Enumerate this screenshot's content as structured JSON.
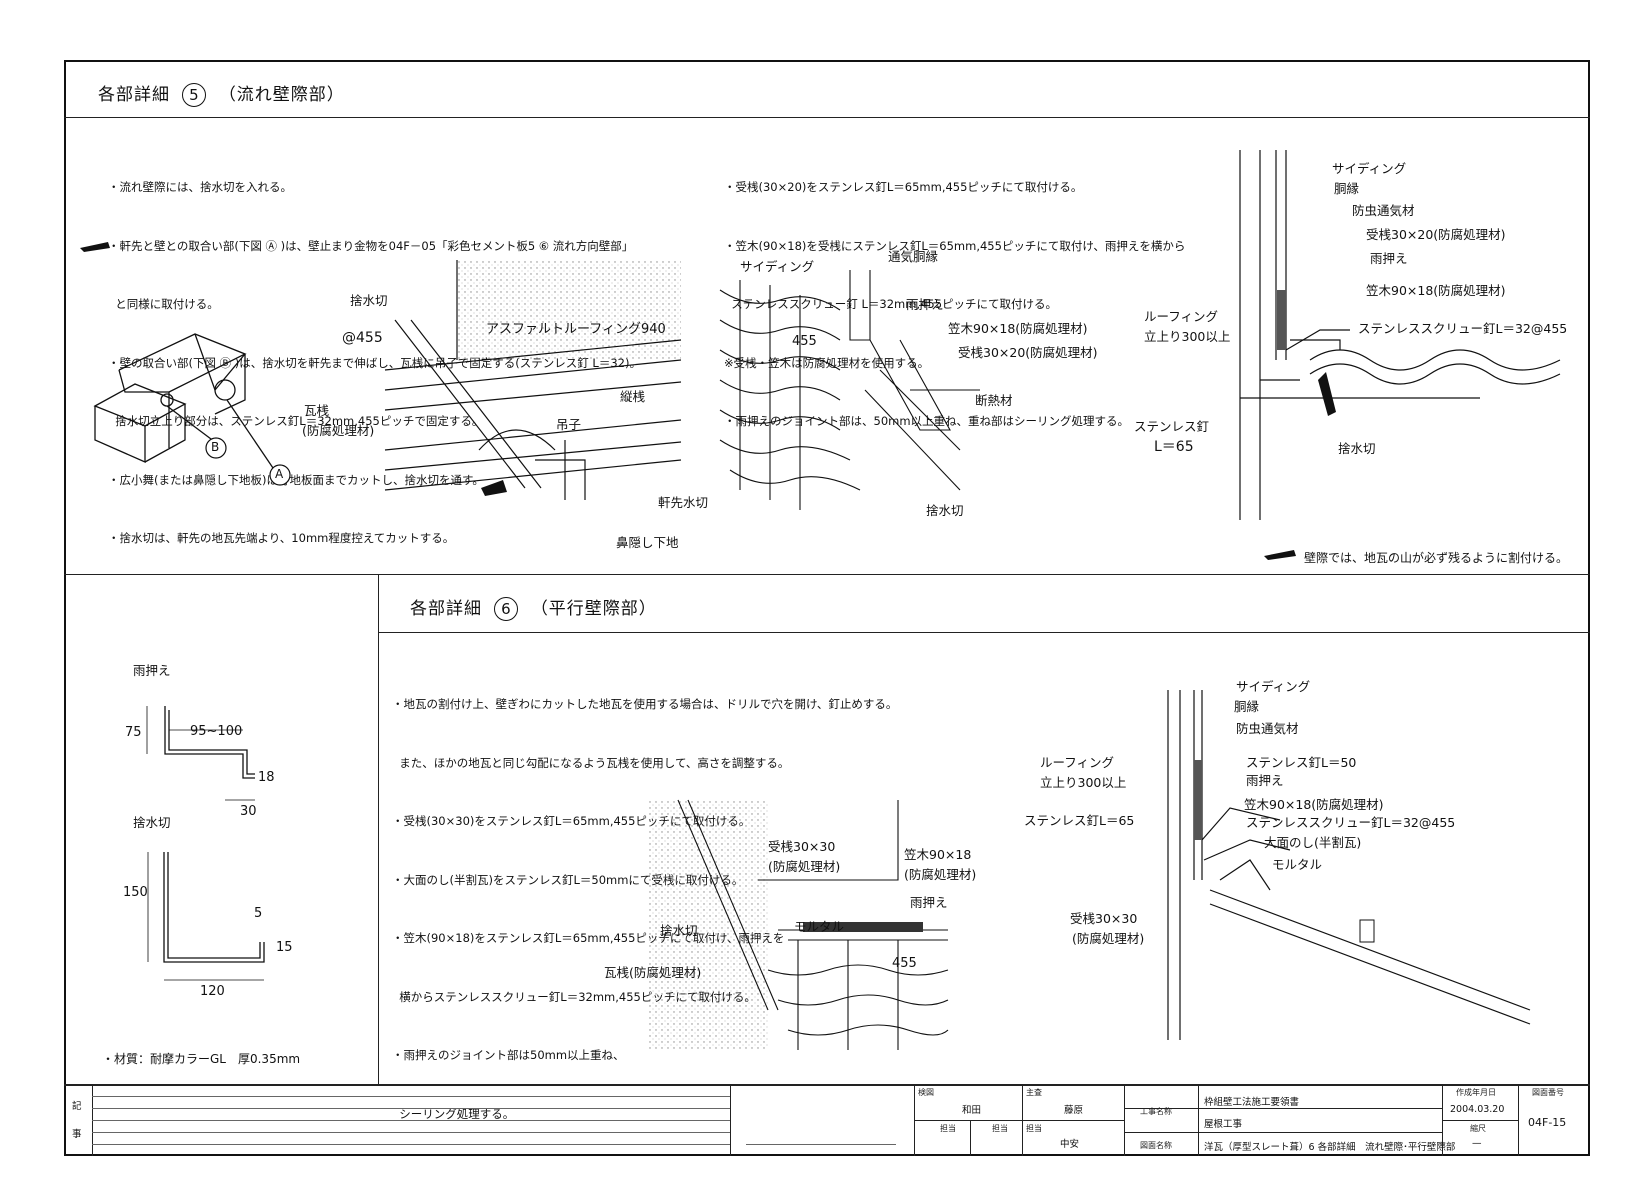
{
  "section5": {
    "title": "各部詳細",
    "num": "5",
    "sub": "（流れ壁際部）",
    "notes_left": [
      "・流れ壁際には、捨水切を入れる。",
      "・軒先と壁との取合い部(下図 Ⓐ )は、壁止まり金物を04F－05「彩色セメント板5 ⑥ 流れ方向壁部」",
      "  と同様に取付ける。",
      "・壁の取合い部(下図 Ⓑ )は、捨水切を軒先まで伸ばし、瓦桟に吊子で固定する(ステンレス釘 L＝32)。",
      "  捨水切立上り部分は、ステンレス釘L＝32mm,455ピッチで固定する。",
      "・広小舞(または鼻隠し下地板)は野地板面までカットし、捨水切を通す。",
      "・捨水切は、軒先の地瓦先端より、10mm程度控えてカットする。"
    ],
    "notes_right": [
      "・受桟(30×20)をステンレス釘L＝65mm,455ピッチにて取付ける。",
      "・笠木(90×18)を受桟にステンレス釘L＝65mm,455ピッチにて取付け、雨押えを横から",
      "  ステンレススクリュー釘 L＝32mm,455ピッチにて取付ける。",
      "※受桟・笠木は防腐処理材を使用する。",
      "・雨押えのジョイント部は、50mm以上重ね、重ね部はシーリング処理する。"
    ],
    "labels_a": {
      "stemizu": "捨水切",
      "pitch": "@455",
      "asphalt": "アスファルトルーフィング940",
      "tatezan": "縦桟",
      "tsuriko": "吊子",
      "kawarazan": "瓦桟",
      "kawarazan2": "(防腐処理材)",
      "nokisaki": "軒先水切",
      "hanakakushi": "鼻隠し下地",
      "mark_a": "A",
      "mark_b": "B"
    },
    "labels_b": {
      "siding": "サイディング",
      "tsuki": "通気胴縁",
      "amaosae": "雨押え",
      "kasagi": "笠木90×18(防腐処理材)",
      "ukezan": "受桟30×20(防腐処理材)",
      "dannetsu": "断熱材",
      "stemizu": "捨水切",
      "p455": "455"
    },
    "labels_c": {
      "siding": "サイディング",
      "doubuchi": "胴縁",
      "bochu": "防虫通気材",
      "ukezan": "受桟30×20(防腐処理材)",
      "amaosae": "雨押え",
      "kasagi": "笠木90×18(防腐処理材)",
      "roofing": "ルーフィング",
      "roofing2": "立上り300以上",
      "screw": "ステンレススクリュー釘L＝32@455",
      "kugi": "ステンレス釘",
      "kugi2": "L＝65",
      "stemizu": "捨水切"
    },
    "footnote": "壁際では、地瓦の山が必ず残るように割付ける。"
  },
  "section6": {
    "title": "各部詳細",
    "num": "6",
    "sub": "（平行壁際部）",
    "notes": [
      "・地瓦の割付け上、壁ぎわにカットした地瓦を使用する場合は、ドリルで穴を開け、釘止めする。",
      "  また、ほかの地瓦と同じ勾配になるよう瓦桟を使用して、高さを調整する。",
      "・受桟(30×30)をステンレス釘L＝65mm,455ピッチにて取付ける。",
      "・大面のし(半割瓦)をステンレス釘L＝50mmにて受桟に取付ける。",
      "・笠木(90×18)をステンレス釘L＝65mm,455ピッチにて取付け、雨押えを",
      "  横からステンレススクリュー釘L＝32mm,455ピッチにて取付ける。",
      "・雨押えのジョイント部は50mm以上重ね、",
      "  シーリング処理する。"
    ],
    "labels_d": {
      "ukezan": "受桟30×30",
      "ukezan2": "(防腐処理材)",
      "kasagi": "笠木90×18",
      "kasagi2": "(防腐処理材)",
      "amaosae": "雨押え",
      "mortar": "モルタル",
      "stemizu": "捨水切",
      "kawarazan": "瓦桟(防腐処理材)",
      "p455": "455"
    },
    "labels_e": {
      "siding": "サイディング",
      "doubuchi": "胴縁",
      "bochu": "防虫通気材",
      "roofing": "ルーフィング",
      "roofing2": "立上り300以上",
      "kugi50": "ステンレス釘L＝50",
      "amaosae": "雨押え",
      "kugi65": "ステンレス釘L＝65",
      "kasagi": "笠木90×18(防腐処理材)",
      "screw": "ステンレススクリュー釘L＝32@455",
      "omen": "大面のし(半割瓦)",
      "mortar": "モルタル",
      "ukezan": "受桟30×30",
      "ukezan2": "(防腐処理材)"
    }
  },
  "parts": {
    "amaosae": "雨押え",
    "d75": "75",
    "d95": "95~100",
    "d18": "18",
    "d30": "30",
    "stemizu": "捨水切",
    "d150": "150",
    "d5": "5",
    "d15": "15",
    "d120": "120",
    "material": "・材質：耐摩カラーGL　厚0.35mm"
  },
  "titleblock": {
    "ki": "記",
    "ji": "事",
    "kenzu": "検図",
    "shusa": "主査",
    "wada": "和田",
    "fujiwara": "藤原",
    "tanto1": "担当",
    "tanto2": "担当",
    "tanto3": "担当",
    "nakayasu": "中安",
    "koji_label": "工事名称",
    "koji1": "枠組壁工法施工要領書",
    "koji2": "屋根工事",
    "zumen_label": "図面名称",
    "zumen": "洋瓦（厚型スレート葺）6 各部詳細　流れ壁際･平行壁際部",
    "date_label": "作成年月日",
    "date": "2004.03.20",
    "scale_label": "縮尺",
    "scale": "—",
    "no_label": "図面番号",
    "no": "04F-15"
  }
}
